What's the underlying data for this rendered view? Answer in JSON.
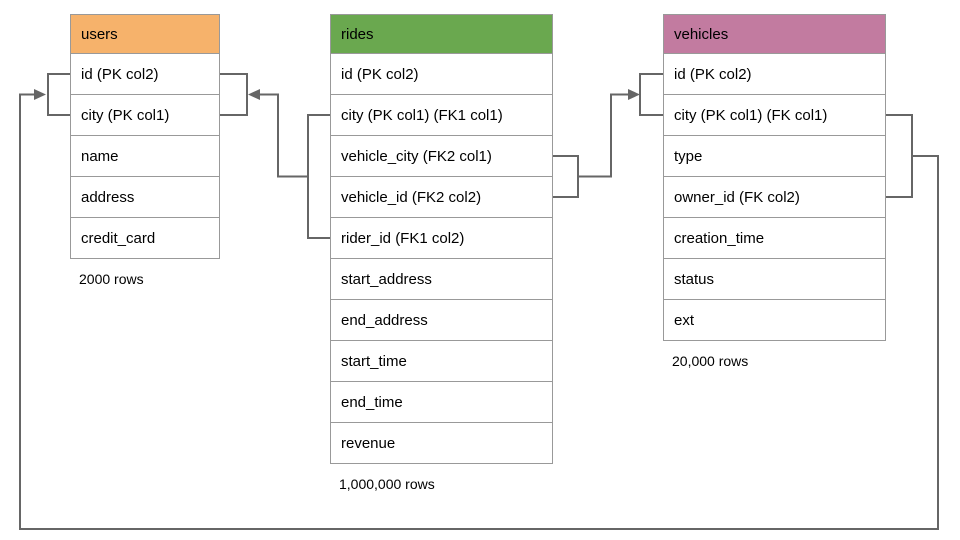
{
  "diagram": {
    "kind": "database-schema-er-diagram",
    "connector_color": "#666666",
    "table_border_color": "#999999",
    "tables": [
      {
        "name": "users",
        "header_color": "#F6B26B",
        "columns": [
          "id (PK col2)",
          "city (PK col1)",
          "name",
          "address",
          "credit_card"
        ],
        "row_count_label": "2000 rows"
      },
      {
        "name": "rides",
        "header_color": "#6AA84F",
        "columns": [
          "id (PK col2)",
          "city (PK col1) (FK1 col1)",
          "vehicle_city (FK2 col1)",
          "vehicle_id (FK2 col2)",
          "rider_id (FK1 col2)",
          "start_address",
          "end_address",
          "start_time",
          "end_time",
          "revenue"
        ],
        "row_count_label": "1,000,000 rows"
      },
      {
        "name": "vehicles",
        "header_color": "#C27BA0",
        "columns": [
          "id (PK col2)",
          "city (PK col1) (FK col1)",
          "type",
          "owner_id (FK col2)",
          "creation_time",
          "status",
          "ext"
        ],
        "row_count_label": "20,000 rows"
      }
    ],
    "relationships": [
      {
        "from_table": "rides",
        "from_columns": [
          "city (FK1 col1)",
          "rider_id (FK1 col2)"
        ],
        "to_table": "users",
        "to_columns": [
          "id (PK col2)",
          "city (PK col1)"
        ]
      },
      {
        "from_table": "rides",
        "from_columns": [
          "vehicle_city (FK2 col1)",
          "vehicle_id (FK2 col2)"
        ],
        "to_table": "vehicles",
        "to_columns": [
          "id (PK col2)",
          "city (PK col1)"
        ]
      },
      {
        "from_table": "vehicles",
        "from_columns": [
          "city (FK col1)",
          "owner_id (FK col2)"
        ],
        "to_table": "users",
        "to_columns": [
          "id (PK col2)",
          "city (PK col1)"
        ]
      }
    ]
  }
}
